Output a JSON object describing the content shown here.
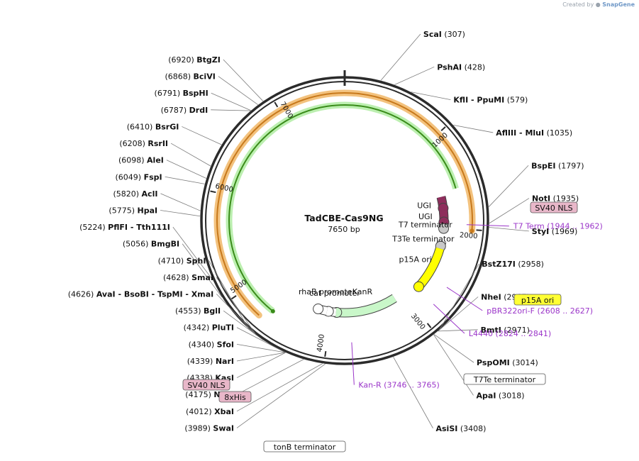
{
  "credit": {
    "prefix": "Created by",
    "brand": "SnapGene"
  },
  "plasmid": {
    "name": "TadCBE-Cas9NG",
    "size_label": "7650 bp",
    "length": 7650
  },
  "ticks": [
    {
      "pos": 1000,
      "label": "1000"
    },
    {
      "pos": 2000,
      "label": "2000"
    },
    {
      "pos": 3000,
      "label": "3000"
    },
    {
      "pos": 4000,
      "label": "4000"
    },
    {
      "pos": 5000,
      "label": "5000"
    },
    {
      "pos": 6000,
      "label": "6000"
    },
    {
      "pos": 7000,
      "label": "7000"
    }
  ],
  "sites_right": [
    {
      "names": [
        "ScaI"
      ],
      "pos_text": "(307)",
      "pos": 307
    },
    {
      "names": [
        "PshAI"
      ],
      "pos_text": "(428)",
      "pos": 428
    },
    {
      "names": [
        "KflI",
        "PpuMI"
      ],
      "pos_text": "(579)",
      "pos": 579
    },
    {
      "names": [
        "AflIII",
        "MluI"
      ],
      "pos_text": "(1035)",
      "pos": 1035
    },
    {
      "names": [
        "BspEI"
      ],
      "pos_text": "(1797)",
      "pos": 1797
    },
    {
      "names": [
        "NotI"
      ],
      "pos_text": "(1935)",
      "pos": 1935
    },
    {
      "names": [
        "StyI"
      ],
      "pos_text": "(1969)",
      "pos": 1969
    },
    {
      "names": [
        "BstZ17I"
      ],
      "pos_text": "(2958)",
      "pos": 2958
    },
    {
      "names": [
        "NheI"
      ],
      "pos_text": "(2967)",
      "pos": 2967
    },
    {
      "names": [
        "BmtI"
      ],
      "pos_text": "(2971)",
      "pos": 2971
    },
    {
      "names": [
        "PspOMI"
      ],
      "pos_text": "(3014)",
      "pos": 3014
    },
    {
      "names": [
        "ApaI"
      ],
      "pos_text": "(3018)",
      "pos": 3018
    },
    {
      "names": [
        "AsiSI"
      ],
      "pos_text": "(3408)",
      "pos": 3408
    }
  ],
  "sites_left": [
    {
      "names": [
        "BtgZI"
      ],
      "pos_text": "(6920)",
      "pos": 6920
    },
    {
      "names": [
        "BciVI"
      ],
      "pos_text": "(6868)",
      "pos": 6868
    },
    {
      "names": [
        "BspHI"
      ],
      "pos_text": "(6791)",
      "pos": 6791
    },
    {
      "names": [
        "DrdI"
      ],
      "pos_text": "(6787)",
      "pos": 6787
    },
    {
      "names": [
        "BsrGI"
      ],
      "pos_text": "(6410)",
      "pos": 6410
    },
    {
      "names": [
        "RsrII"
      ],
      "pos_text": "(6208)",
      "pos": 6208
    },
    {
      "names": [
        "AleI"
      ],
      "pos_text": "(6098)",
      "pos": 6098
    },
    {
      "names": [
        "FspI"
      ],
      "pos_text": "(6049)",
      "pos": 6049
    },
    {
      "names": [
        "AclI"
      ],
      "pos_text": "(5820)",
      "pos": 5820
    },
    {
      "names": [
        "HpaI"
      ],
      "pos_text": "(5775)",
      "pos": 5775
    },
    {
      "names": [
        "PflFI",
        "Tth111I"
      ],
      "pos_text": "(5224)",
      "pos": 5224
    },
    {
      "names": [
        "BmgBI"
      ],
      "pos_text": "(5056)",
      "pos": 5056
    },
    {
      "names": [
        "SphI"
      ],
      "pos_text": "(4710)",
      "pos": 4710
    },
    {
      "names": [
        "SmaI"
      ],
      "pos_text": "(4628)",
      "pos": 4628
    },
    {
      "names": [
        "AvaI",
        "BsoBI",
        "TspMI",
        "XmaI"
      ],
      "pos_text": "(4626)",
      "pos": 4626
    },
    {
      "names": [
        "BglI"
      ],
      "pos_text": "(4553)",
      "pos": 4553
    },
    {
      "names": [
        "PluTI"
      ],
      "pos_text": "(4342)",
      "pos": 4342
    },
    {
      "names": [
        "SfoI"
      ],
      "pos_text": "(4340)",
      "pos": 4340
    },
    {
      "names": [
        "NarI"
      ],
      "pos_text": "(4339)",
      "pos": 4339
    },
    {
      "names": [
        "KasI"
      ],
      "pos_text": "(4338)",
      "pos": 4338
    },
    {
      "names": [
        "NdeI"
      ],
      "pos_text": "(4175)",
      "pos": 4175
    },
    {
      "names": [
        "XbaI"
      ],
      "pos_text": "(4012)",
      "pos": 4012
    },
    {
      "names": [
        "SwaI"
      ],
      "pos_text": "(3989)",
      "pos": 3989
    }
  ],
  "primers": [
    {
      "name": "T7 Term",
      "range": "(1944 .. 1962)",
      "pos": 1953
    },
    {
      "name": "pBR322ori-F",
      "range": "(2608 .. 2627)",
      "pos": 2617
    },
    {
      "name": "L4440",
      "range": "(2824 .. 2841)",
      "pos": 2832
    },
    {
      "name": "Kan-R",
      "range": "(3746 .. 3765)",
      "pos": 3755
    }
  ],
  "boxed_labels": [
    {
      "text": "SV40 NLS",
      "style": "pink"
    },
    {
      "text": "p15A ori",
      "style": "yellow"
    },
    {
      "text": "T7Te terminator",
      "style": "white"
    },
    {
      "text": "tonB terminator",
      "style": "white"
    },
    {
      "text": "SV40 NLS",
      "style": "pink"
    },
    {
      "text": "8xHis",
      "style": "pink"
    }
  ],
  "features": [
    {
      "label": "UGI",
      "start": 1620,
      "end": 1760,
      "color": "#8e2e5c"
    },
    {
      "label": "UGI",
      "start": 1790,
      "end": 1930,
      "color": "#8e2e5c"
    },
    {
      "label": "T7 terminator",
      "start": 1950,
      "end": 2010,
      "color": "#c8c8c8"
    },
    {
      "label": "T3Te terminator",
      "start": 2170,
      "end": 2230,
      "color": "#c8c8c8"
    },
    {
      "label": "p15A ori",
      "start": 2260,
      "end": 2800,
      "color": "#ffff00"
    },
    {
      "label": "KanR",
      "start": 3130,
      "end": 3930,
      "color": "#c9f7c9"
    },
    {
      "label": "cat promoter",
      "start": 3940,
      "end": 4040,
      "color": "#ffffff"
    },
    {
      "label": "rhaB promoter",
      "start": 4060,
      "end": 4180,
      "color": "#ffffff"
    }
  ],
  "colors": {
    "backbone": "#2b2b2b",
    "orange_arc": "#f3c27e",
    "orange_line": "#c7791c",
    "green_arc": "#bcefb0",
    "green_line": "#3a8c1a",
    "primer": "#9b36c9",
    "leader": "#7a7a7a"
  }
}
